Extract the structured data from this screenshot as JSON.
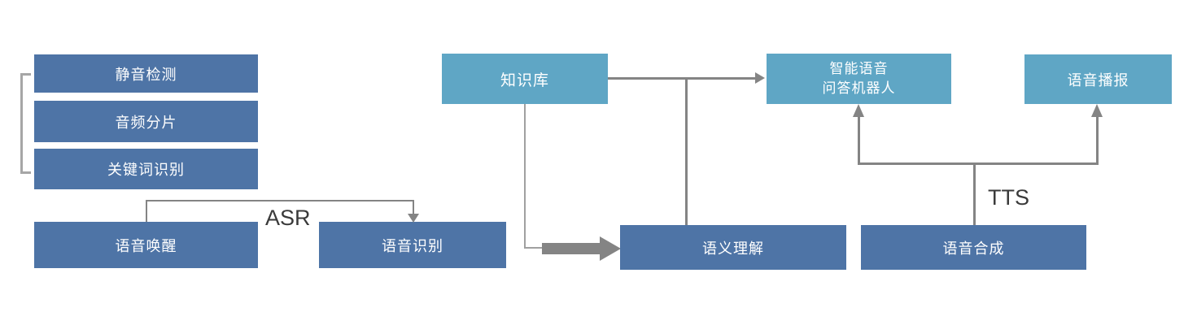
{
  "nodes": {
    "silence_detection": {
      "label": "静音检测"
    },
    "audio_segmentation": {
      "label": "音频分片"
    },
    "keyword_recognition": {
      "label": "关键词识别"
    },
    "voice_wakeup": {
      "label": "语音唤醒"
    },
    "speech_recognition": {
      "label": "语音识别"
    },
    "knowledge_base": {
      "label": "知识库"
    },
    "semantic_understanding": {
      "label": "语义理解"
    },
    "qa_robot": {
      "line1": "智能语音",
      "line2": "问答机器人"
    },
    "speech_synthesis": {
      "label": "语音合成"
    },
    "voice_broadcast": {
      "label": "语音播报"
    }
  },
  "edge_labels": {
    "asr": "ASR",
    "tts": "TTS"
  },
  "edges": [
    {
      "from": "voice_wakeup",
      "to": "speech_recognition",
      "label": "ASR",
      "style": "thin-arrow"
    },
    {
      "from": "knowledge_base",
      "to": "qa_robot",
      "label": "",
      "style": "thin-arrow"
    },
    {
      "from": "knowledge_base",
      "to": "semantic_understanding",
      "label": "",
      "style": "thick-block-arrow"
    },
    {
      "from": "semantic_understanding",
      "to": "qa_robot",
      "label": "",
      "style": "thin-line-junction"
    },
    {
      "from": "speech_synthesis",
      "to": "qa_robot",
      "label": "TTS",
      "style": "thin-arrow"
    },
    {
      "from": "speech_synthesis",
      "to": "voice_broadcast",
      "label": "TTS",
      "style": "thin-arrow"
    },
    {
      "bracket_groups": [
        "silence_detection",
        "audio_segmentation",
        "keyword_recognition"
      ]
    }
  ],
  "colors": {
    "dark_blue_box": "#4E74A6",
    "light_blue_box": "#5FA6C5",
    "connector_gray": "#848484",
    "light_connector_gray": "#A0A0A0",
    "bracket_gray": "#A6A6A6",
    "edge_label_text": "#3A3A3A",
    "box_text": "#FFFFFF",
    "background": "#FFFFFF"
  }
}
